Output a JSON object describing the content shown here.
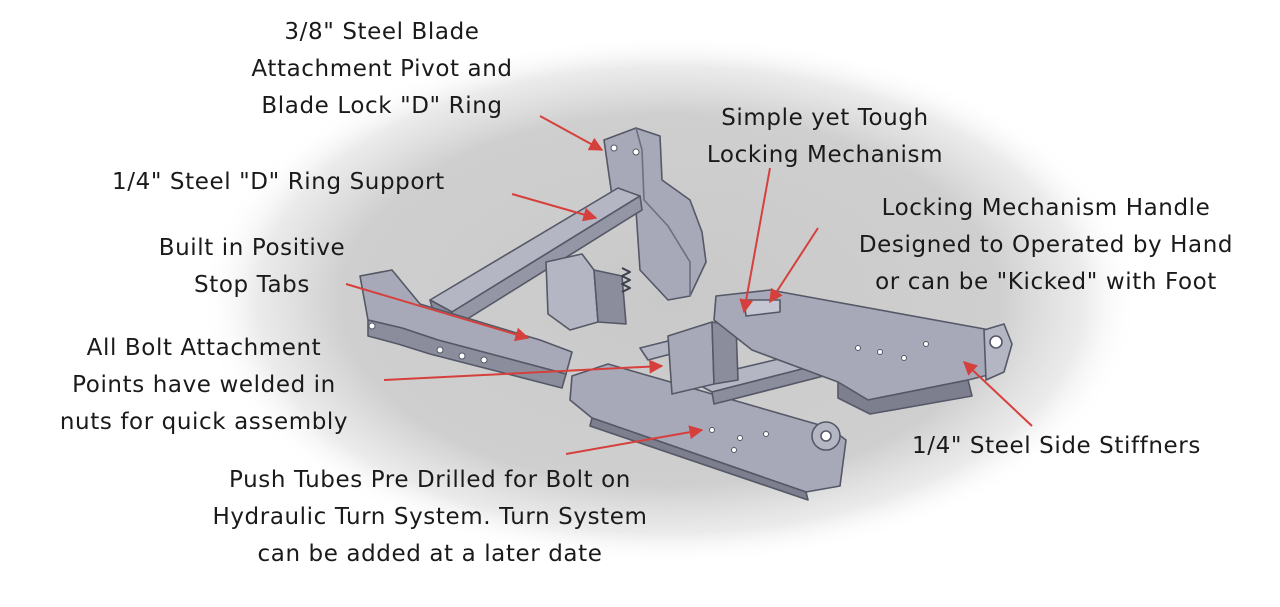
{
  "colors": {
    "background": "#ffffff",
    "halo": "#c9c9c9",
    "steel": "#a7a9b8",
    "steel_dark": "#7d7f8f",
    "steel_light": "#c5c7d3",
    "arrow": "#d6403c",
    "text": "#1a1a1a"
  },
  "callouts": [
    {
      "key": "blade_pivot",
      "lines": [
        "3/8\" Steel Blade",
        "Attachment Pivot and",
        "Blade Lock \"D\" Ring"
      ]
    },
    {
      "key": "d_ring_support",
      "lines": [
        "1/4\" Steel \"D\" Ring Support"
      ]
    },
    {
      "key": "stop_tabs",
      "lines": [
        "Built in Positive",
        "Stop Tabs"
      ]
    },
    {
      "key": "bolt_points",
      "lines": [
        "All Bolt Attachment",
        "Points have welded in",
        "nuts for quick assembly"
      ]
    },
    {
      "key": "push_tubes",
      "lines": [
        "Push Tubes Pre Drilled for Bolt on",
        "Hydraulic Turn System. Turn System",
        "can be added at a later date"
      ]
    },
    {
      "key": "locking_mechanism",
      "lines": [
        "Simple yet Tough",
        "Locking Mechanism"
      ]
    },
    {
      "key": "locking_handle",
      "lines": [
        "Locking Mechanism Handle",
        "Designed to Operated by Hand",
        "or can be \"Kicked\" with Foot"
      ]
    },
    {
      "key": "side_stiffeners",
      "lines": [
        "1/4\" Steel Side Stiffners"
      ]
    }
  ]
}
